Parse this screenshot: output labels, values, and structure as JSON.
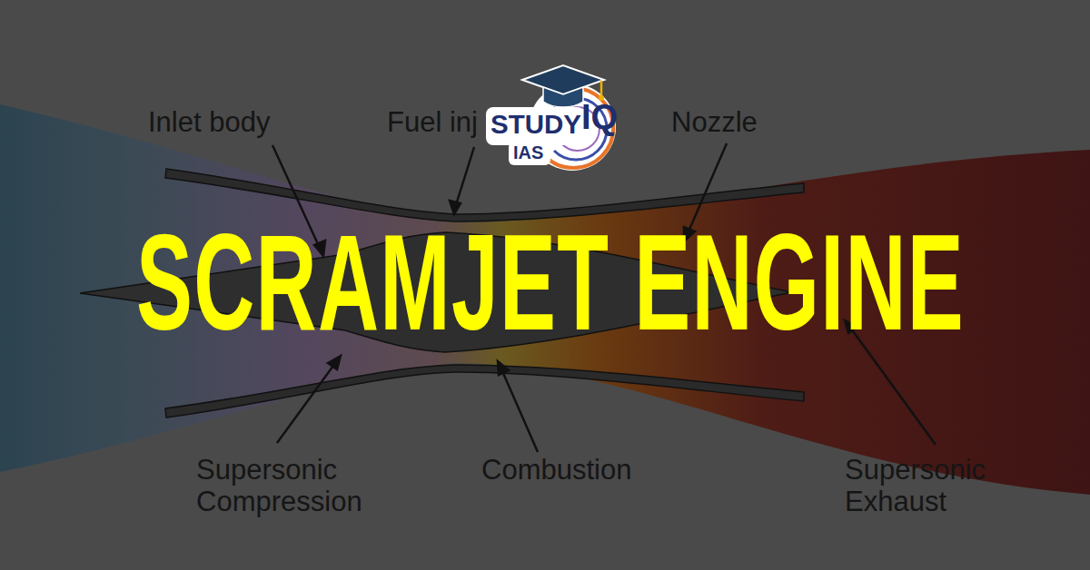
{
  "diagram": {
    "title": "SCRAMJET ENGINE",
    "labels": [
      "Inlet body",
      "Fuel inj",
      "Nozzle",
      "Supersonic Compression",
      "Combustion",
      "Supersonic Exhaust",
      "STUDY",
      "IQ",
      "IAS"
    ]
  }
}
